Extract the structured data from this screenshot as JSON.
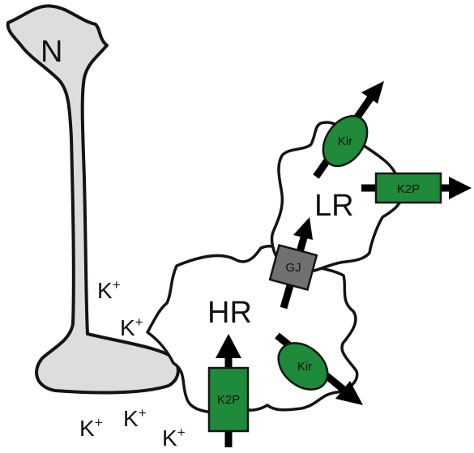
{
  "labels": {
    "neuron": "N",
    "high_resistance_glia": "HR",
    "low_resistance_glia": "LR"
  },
  "ions": [
    {
      "base": "K",
      "charge": "+"
    },
    {
      "base": "K",
      "charge": "+"
    },
    {
      "base": "K",
      "charge": "+"
    },
    {
      "base": "K",
      "charge": "+"
    },
    {
      "base": "K",
      "charge": "+"
    }
  ],
  "channels": {
    "kir_lr": "Kir",
    "k2p_lr": "K2P",
    "gap_junction": "GJ",
    "k2p_hr": "K2P",
    "kir_hr": "Kir"
  },
  "colors": {
    "channel_green": "#1f8a3a",
    "gap_junction_gray": "#707070",
    "neuron_fill": "#dddddd",
    "outline": "#141414"
  }
}
